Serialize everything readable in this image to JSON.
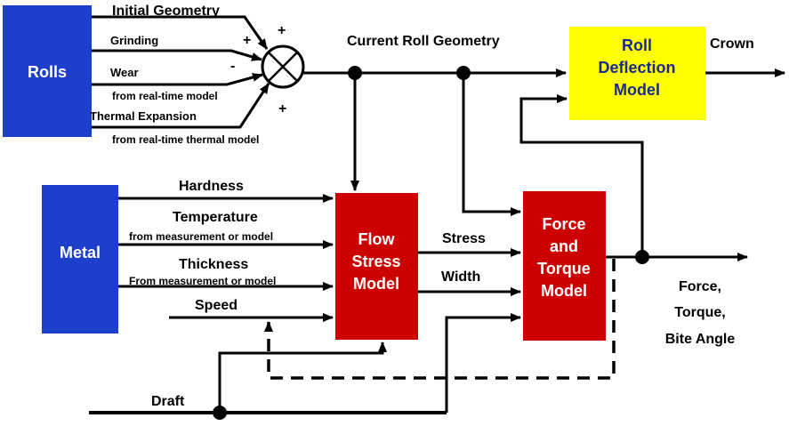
{
  "blocks": {
    "rolls": {
      "label": "Rolls",
      "fill": "#1e3fcc",
      "text_color": "#ffffff"
    },
    "metal": {
      "label": "Metal",
      "fill": "#1e3fcc",
      "text_color": "#ffffff"
    },
    "roll_deflection": {
      "lines": [
        "Roll",
        "Deflection",
        "Model"
      ],
      "fill": "#ffff00",
      "text_color": "#1a2a8c"
    },
    "flow_stress": {
      "lines": [
        "Flow",
        "Stress",
        "Model"
      ],
      "fill": "#cc0000",
      "text_color": "#ffffff"
    },
    "force_torque": {
      "lines": [
        "Force",
        "and",
        "Torque",
        "Model"
      ],
      "fill": "#cc0000",
      "text_color": "#ffffff"
    }
  },
  "roll_inputs": {
    "initial_geometry": "Initial Geometry",
    "grinding": "Grinding",
    "wear": "Wear",
    "wear_note": "from real-time model",
    "thermal_expansion": "Thermal Expansion",
    "thermal_note": "from real-time thermal model"
  },
  "summing_signs": {
    "s1": "+",
    "s2": "+",
    "s3": "-",
    "s4": "+"
  },
  "current_roll_geometry": "Current Roll Geometry",
  "crown": "Crown",
  "metal_inputs": {
    "hardness": "Hardness",
    "temperature": "Temperature",
    "temperature_note": "from measurement or model",
    "thickness": "Thickness",
    "thickness_note": "From measurement or model",
    "speed": "Speed"
  },
  "stress": "Stress",
  "width": "Width",
  "outputs": [
    "Force,",
    "Torque,",
    "Bite Angle"
  ],
  "draft": "Draft"
}
